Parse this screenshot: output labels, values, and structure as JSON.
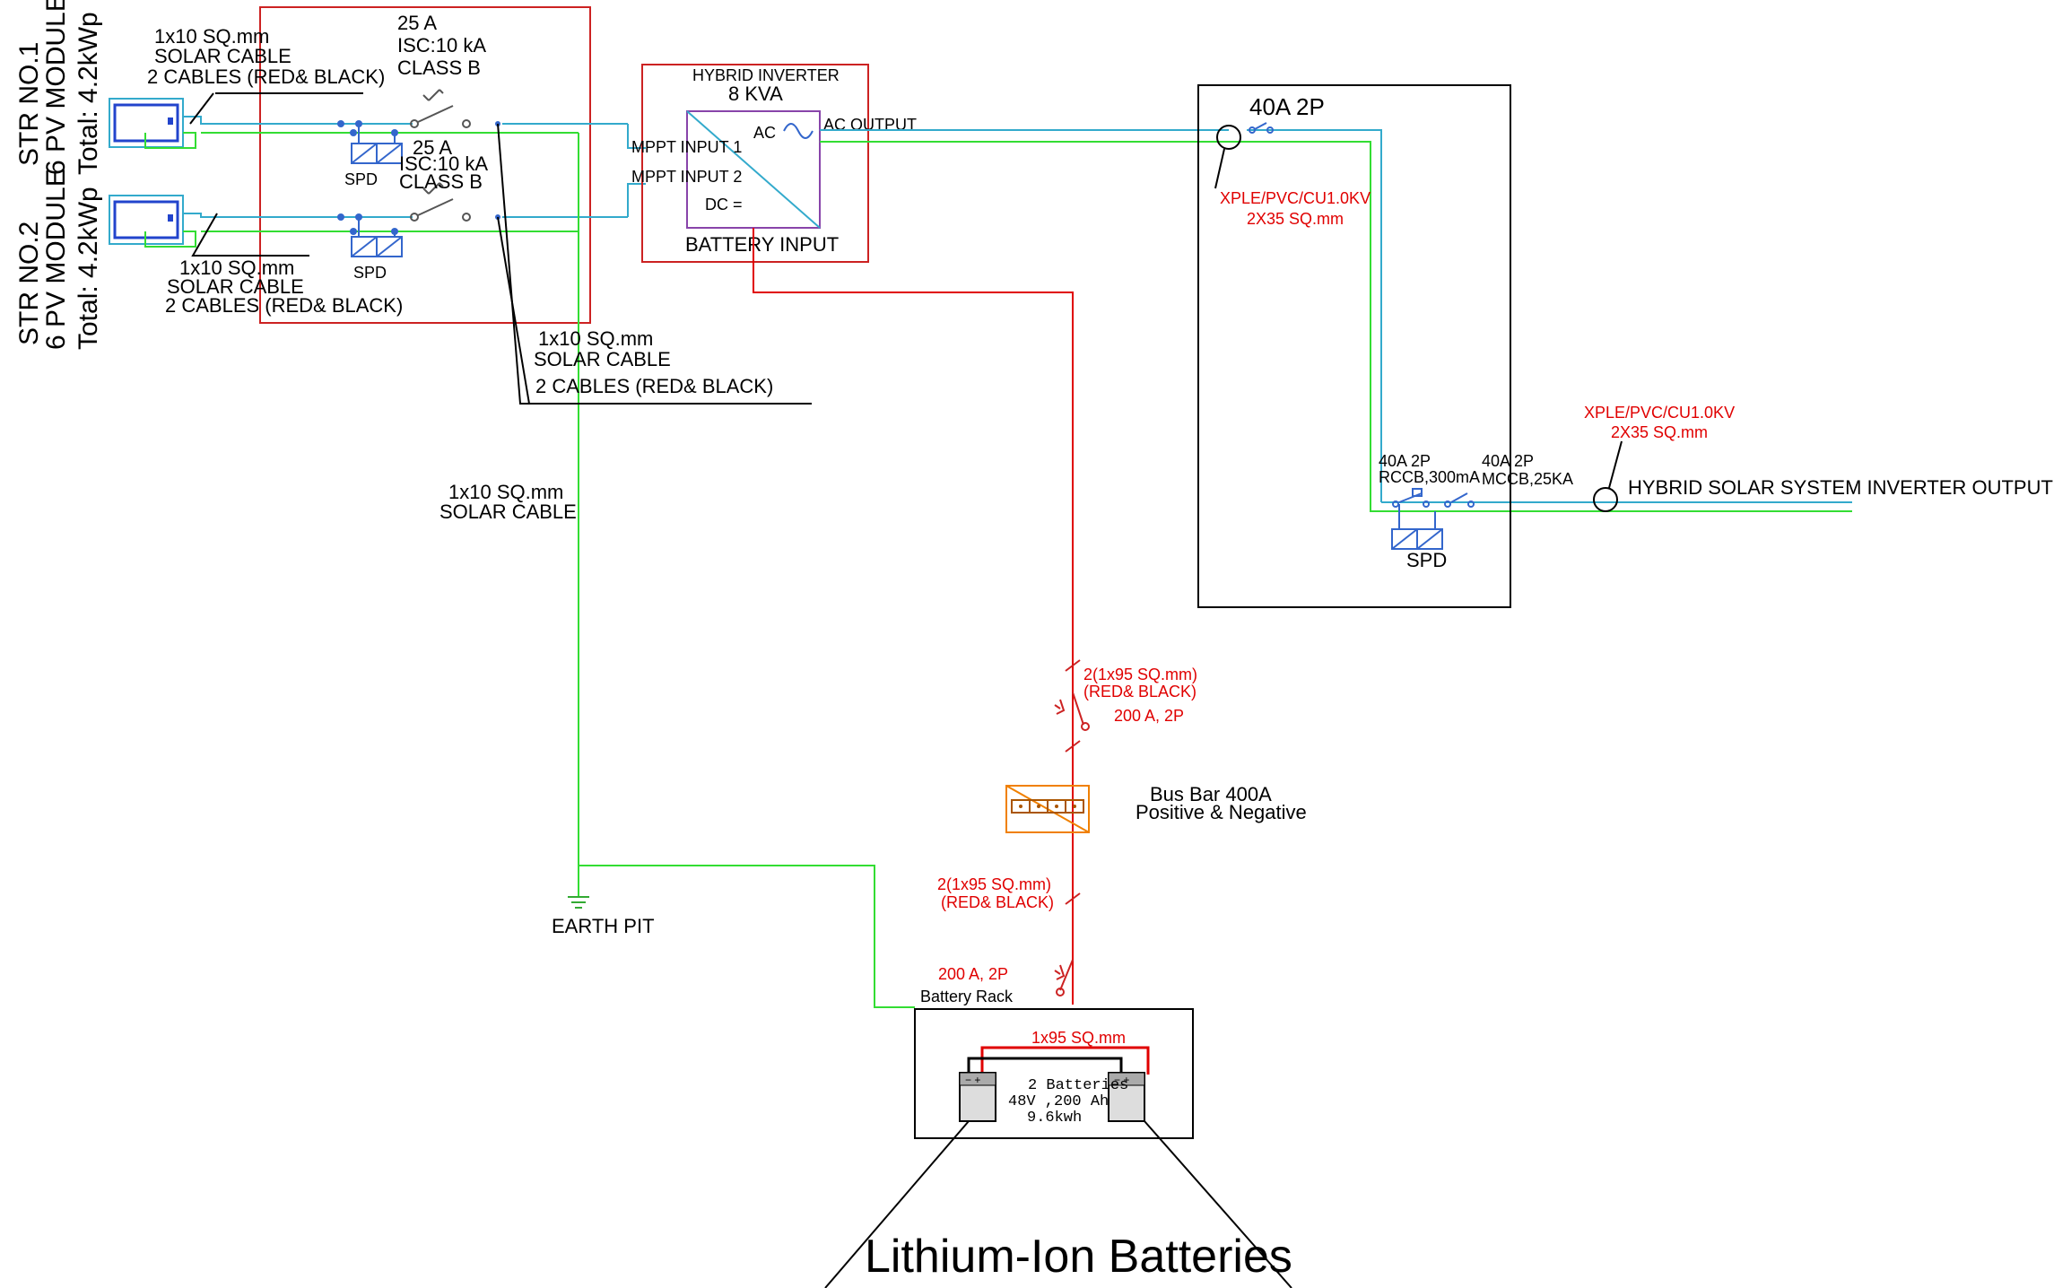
{
  "strings": {
    "str1_name": "STR NO.1",
    "str1_modules": "6 PV MODULE",
    "str1_total": "Total: 4.2kWp",
    "str2_name": "STR NO.2",
    "str2_modules": "6 PV MODULE",
    "str2_total": "Total: 4.2kWp"
  },
  "cables": {
    "c1_l1": "1x10 SQ.mm",
    "c1_l2": "SOLAR CABLE",
    "c1_l3": "2 CABLES (RED& BLACK)",
    "c2_l1": "1x10 SQ.mm",
    "c2_l2": "SOLAR CABLE",
    "c2_l3": "2 CABLES (RED& BLACK)",
    "c3_l1": "1x10 SQ.mm",
    "c3_l2": "SOLAR CABLE",
    "c3_l3": "2 CABLES (RED& BLACK)",
    "earth_l1": "1x10 SQ.mm",
    "earth_l2": "SOLAR CABLE"
  },
  "dc_box": {
    "breaker1_rating": "25 A",
    "breaker1_isc": "ISC:10 kA",
    "breaker1_class": "CLASS B",
    "breaker2_rating": "25 A",
    "breaker2_isc": "ISC:10 kA",
    "breaker2_class": "CLASS B",
    "spd1": "SPD",
    "spd2": "SPD"
  },
  "inverter": {
    "title": "HYBRID INVERTER",
    "rating": "8 KVA",
    "ac": "AC",
    "dc": "DC =",
    "mppt1": "MPPT INPUT 1",
    "mppt2": "MPPT INPUT 2",
    "ac_output": "AC OUTPUT",
    "battery_input": "BATTERY INPUT"
  },
  "ac_panel": {
    "breaker_main": "40A 2P",
    "cable1_l1": "XPLE/PVC/CU1.0KV",
    "cable1_l2": "2X35 SQ.mm",
    "rccb_l1": "40A 2P",
    "rccb_l2": "RCCB,300mA",
    "mccb_l1": "40A 2P",
    "mccb_l2": "MCCB,25KA",
    "spd": "SPD",
    "cable2_l1": "XPLE/PVC/CU1.0KV",
    "cable2_l2": "2X35 SQ.mm",
    "output_label": "HYBRID SOLAR SYSTEM INVERTER OUTPUT"
  },
  "battery_side": {
    "cable_top_l1": "2(1x95 SQ.mm)",
    "cable_top_l2": "(RED& BLACK)",
    "breaker_top": "200 A, 2P",
    "busbar_l1": "Bus Bar 400A",
    "busbar_l2": "Positive & Negative",
    "cable_bottom_l1": "2(1x95 SQ.mm)",
    "cable_bottom_l2": "(RED& BLACK)",
    "breaker_bottom": "200 A, 2P",
    "rack": "Battery Rack",
    "link_cable": "1x95 SQ.mm",
    "batt_l1": "2 Batteries",
    "batt_l2": "48V ,200 Ah",
    "batt_l3": "9.6kwh",
    "earth_pit": "EARTH PIT",
    "caption": "Lithium-Ion Batteries"
  },
  "colors": {
    "green": "#33dd33",
    "cyan": "#33aacc",
    "red": "#e00000",
    "dark_red": "#cc2222",
    "blue": "#2244cc",
    "orange": "#f08000"
  }
}
